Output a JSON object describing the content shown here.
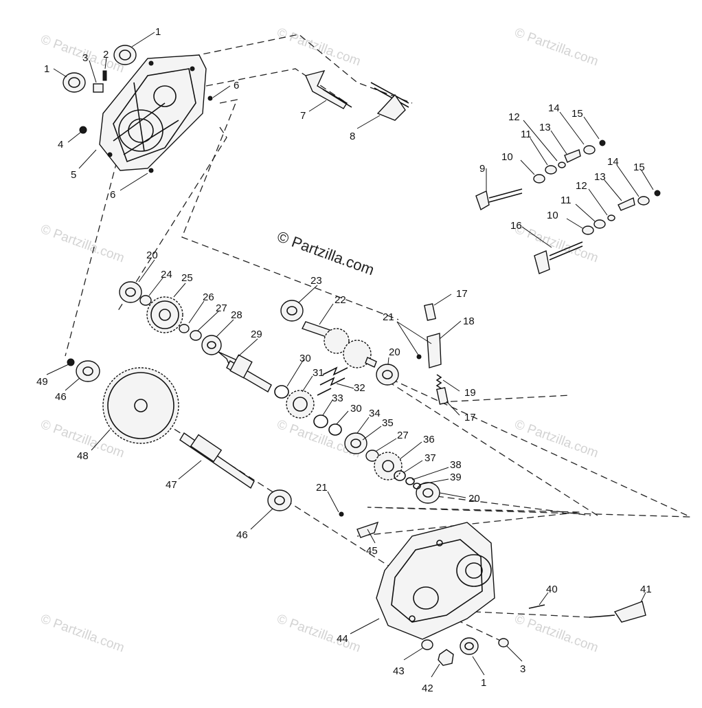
{
  "watermark": "© Partzilla.com",
  "callouts": {
    "c1a": "1",
    "c1b": "1",
    "c1c": "1",
    "c2": "2",
    "c3a": "3",
    "c3b": "3",
    "c4": "4",
    "c5": "5",
    "c6a": "6",
    "c6b": "6",
    "c7": "7",
    "c8": "8",
    "c9": "9",
    "c10a": "10",
    "c10b": "10",
    "c11a": "11",
    "c11b": "11",
    "c12a": "12",
    "c12b": "12",
    "c13a": "13",
    "c13b": "13",
    "c14a": "14",
    "c14b": "14",
    "c15a": "15",
    "c15b": "15",
    "c16": "16",
    "c17a": "17",
    "c17b": "17",
    "c18": "18",
    "c19": "19",
    "c20a": "20",
    "c20b": "20",
    "c20c": "20",
    "c21a": "21",
    "c21b": "21",
    "c22": "22",
    "c23": "23",
    "c24": "24",
    "c25": "25",
    "c26": "26",
    "c27a": "27",
    "c27b": "27",
    "c28": "28",
    "c29": "29",
    "c30a": "30",
    "c30b": "30",
    "c31": "31",
    "c32": "32",
    "c33": "33",
    "c34": "34",
    "c35": "35",
    "c36": "36",
    "c37": "37",
    "c38": "38",
    "c39": "39",
    "c40": "40",
    "c41": "41",
    "c42": "42",
    "c43": "43",
    "c44": "44",
    "c45": "45",
    "c46a": "46",
    "c46b": "46",
    "c47": "47",
    "c48": "48",
    "c49": "49"
  }
}
